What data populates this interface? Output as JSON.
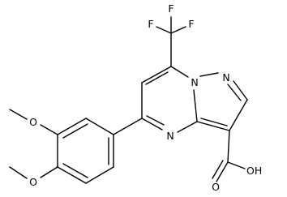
{
  "molecule": {
    "atom_labels": {
      "f_top": "F",
      "f_left": "F",
      "f_right": "F",
      "n_bridge": "N",
      "n_pyrazole": "N",
      "n_pyrimidine": "N",
      "o_methoxy_top": "O",
      "o_methoxy_bottom": "O",
      "o_carbonyl": "O",
      "oh": "OH"
    }
  }
}
